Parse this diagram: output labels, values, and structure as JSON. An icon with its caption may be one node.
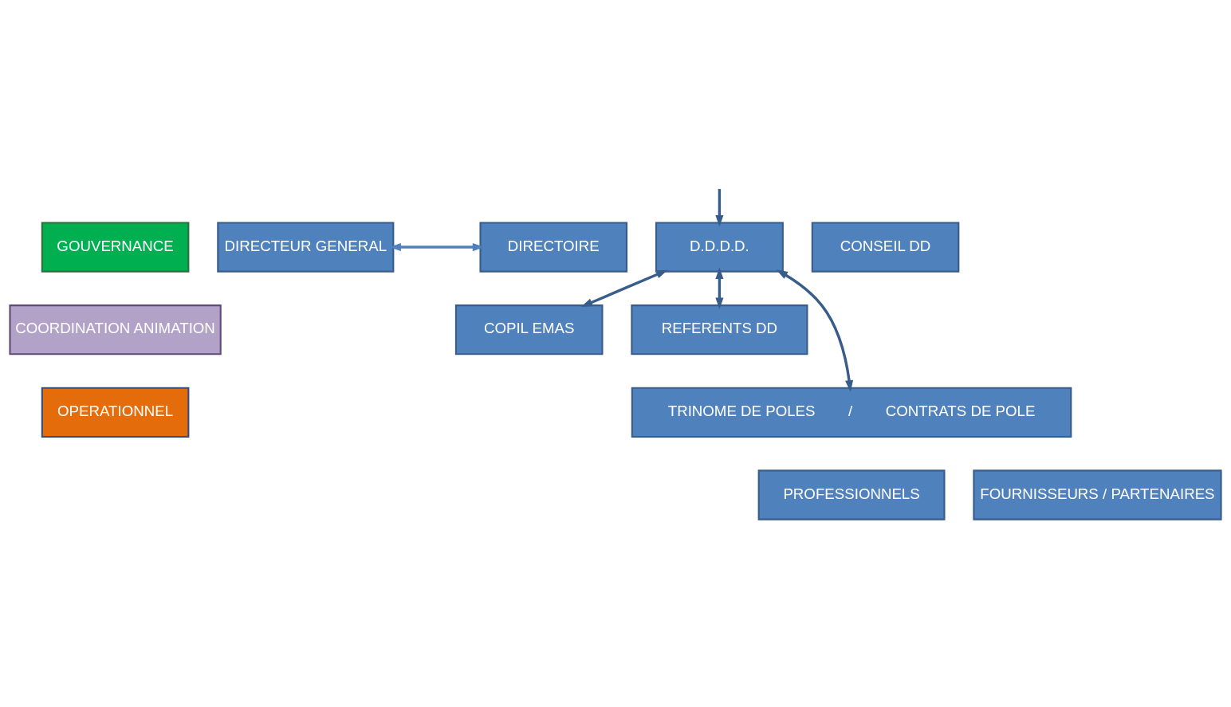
{
  "diagram": {
    "nodes": [
      {
        "text": [
          "GOUVERNANCE"
        ]
      },
      {
        "text": [
          "DIRECTEUR GENERAL"
        ]
      },
      {
        "text": [
          "DIRECTOIRE"
        ]
      },
      {
        "text": [
          "D.D.D.D."
        ]
      },
      {
        "text": [
          "CONSEIL DD"
        ]
      },
      {
        "text": [
          "COORDINATION ANIMATION"
        ]
      },
      {
        "text": [
          "COPIL EMAS"
        ]
      },
      {
        "text": [
          "REFERENTS DD"
        ]
      },
      {
        "text": [
          "OPERATIONNEL"
        ]
      },
      {
        "text": [
          "TRINOME DE POLES",
          "/",
          "CONTRATS DE POLE"
        ]
      },
      {
        "text": [
          "PROFESSIONNELS"
        ]
      },
      {
        "text": [
          "FOURNISSEURS / PARTENAIRES"
        ]
      }
    ],
    "edges": [
      {
        "from": 1,
        "to": 2,
        "arrow": "both",
        "color": "#4f81bd"
      },
      {
        "from": null,
        "to": 3,
        "arrow": "to"
      },
      {
        "from": 3,
        "to": 7,
        "arrow": "both"
      },
      {
        "from": 3,
        "to": 9,
        "arrow": "both"
      },
      {
        "from": 3,
        "to": 6,
        "arrow": "both"
      }
    ]
  }
}
